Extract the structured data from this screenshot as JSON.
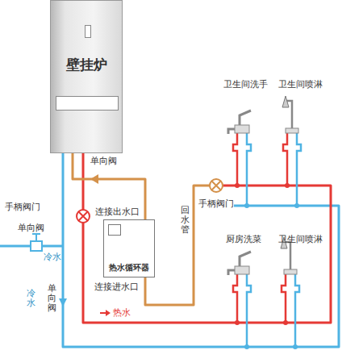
{
  "diagram": {
    "nodes": [
      {
        "text": [
          "壁挂炉"
        ]
      },
      {
        "text": [
          "热水循环器"
        ]
      }
    ],
    "edges": [
      {
        "from": 1,
        "to": 0,
        "arrow": "none"
      }
    ],
    "labels": [
      "单向阀",
      "连接出水口",
      "手柄阀门",
      "回水管",
      "手柄阀门",
      "单向阀",
      "冷水",
      "冷水",
      "单向阀",
      "连接进水口",
      "热水",
      "卫生间洗手",
      "卫生间喷淋",
      "厨房洗菜",
      "卫生间喷淋"
    ]
  }
}
